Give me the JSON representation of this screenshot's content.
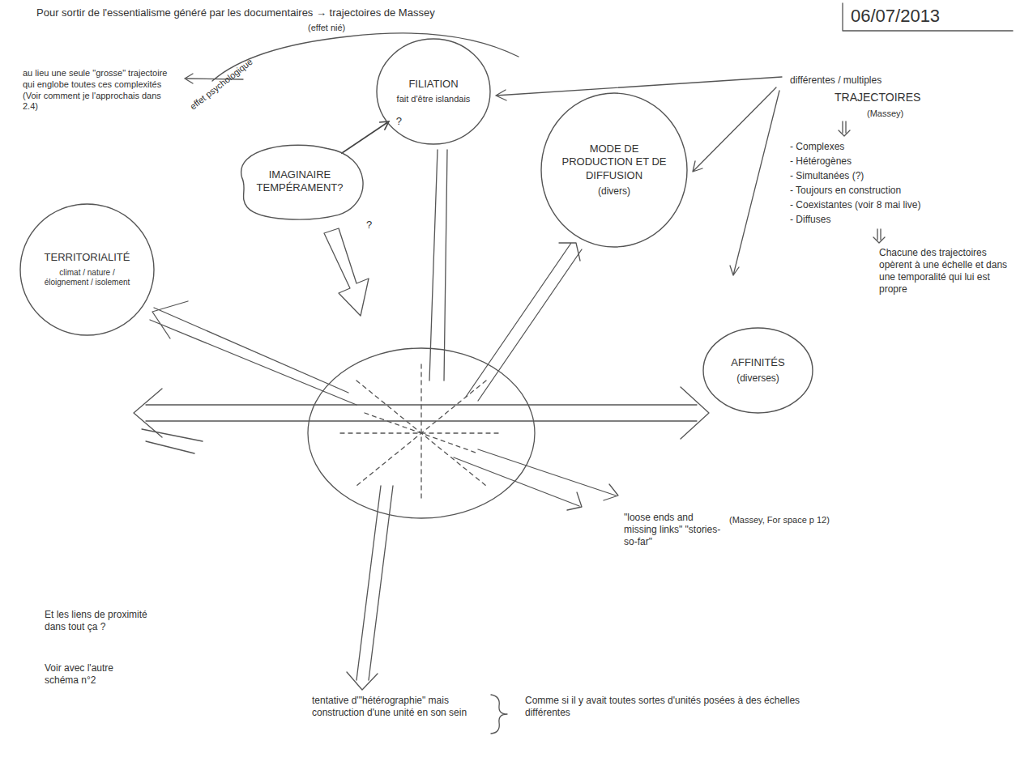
{
  "diagram": {
    "title": "Pour sortir de l'essentialisme généré par les documentaires → trajectoires de Massey",
    "nodes": [
      {
        "text": [
          "FILIATION",
          "fait d'être islandais"
        ]
      },
      {
        "text": [
          "IMAGINAIRE TEMPÉRAMENT?"
        ]
      },
      {
        "text": [
          "MODE DE PRODUCTION ET DE DIFFUSION",
          "(divers)"
        ]
      },
      {
        "text": [
          "TERRITORIALITÉ",
          "climat / nature / éloignement / isolement"
        ]
      },
      {
        "text": [
          "AFFINITÉS",
          "(diverses)"
        ]
      }
    ],
    "edges": [
      {
        "from": 1,
        "to": 0,
        "arrow": "to",
        "label": "?"
      }
    ],
    "labels": [
      "(effet nié)",
      "06/07/2013",
      "au lieu une seule \"grosse\" trajectoire qui englobe toutes ces complexités (Voir comment je l'approchais dans 2.4)",
      "effet psychologique",
      "?",
      "différentes / multiples",
      "TRAJECTOIRES",
      "(Massey)",
      "- Complexes",
      "- Hétérogènes",
      "- Simultanées (?)",
      "- Toujours en construction",
      "- Coexistantes (voir 8 mai live)",
      "- Diffuses",
      "Chacune des trajectoires opèrent à une échelle et dans une temporalité qui lui est propre",
      "\"loose ends and missing links\" \"stories-so-far\"",
      "(Massey, For space p 12)",
      "tentative d'\"hétérographie\" mais construction d'une unité en son sein",
      "Comme si il y avait toutes sortes d'unités posées à des échelles différentes",
      "Et les liens de proximité dans tout ça ?",
      "Voir avec l'autre schéma n°2"
    ]
  }
}
